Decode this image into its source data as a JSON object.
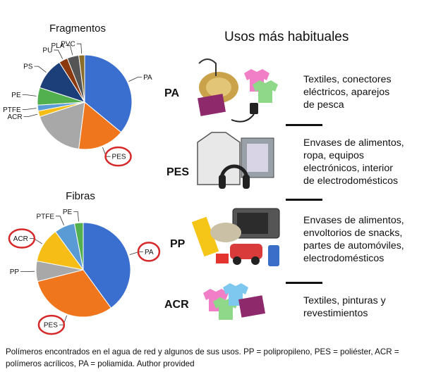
{
  "uses_title": "Usos más habituales",
  "chart_data": [
    {
      "type": "pie",
      "title": "Fragmentos",
      "highlighted": [
        "PP",
        "PES"
      ],
      "slices": [
        {
          "label": "PA",
          "value": 36,
          "color": "#3a6fd0"
        },
        {
          "label": "PES",
          "value": 16,
          "color": "#f0761d"
        },
        {
          "label": "",
          "value": 18,
          "color": "#a8a8a8"
        },
        {
          "label": "ACR",
          "value": 2,
          "color": "#f5bd16"
        },
        {
          "label": "PTFE",
          "value": 2,
          "color": "#5b9bd5"
        },
        {
          "label": "PE",
          "value": 6,
          "color": "#52b04e"
        },
        {
          "label": "PS",
          "value": 11,
          "color": "#1c3f7a"
        },
        {
          "label": "PU",
          "value": 3,
          "color": "#8b3a10"
        },
        {
          "label": "PLA",
          "value": 4,
          "color": "#555555"
        },
        {
          "label": "PVC",
          "value": 2,
          "color": "#8a6d2a"
        }
      ]
    },
    {
      "type": "pie",
      "title": "Fibras",
      "highlighted": [
        "ACR",
        "PA",
        "PES"
      ],
      "slices": [
        {
          "label": "PA",
          "value": 40,
          "color": "#3a6fd0"
        },
        {
          "label": "PES",
          "value": 31,
          "color": "#f0761d"
        },
        {
          "label": "PP",
          "value": 7,
          "color": "#a8a8a8"
        },
        {
          "label": "ACR",
          "value": 12,
          "color": "#f5bd16"
        },
        {
          "label": "PTFE",
          "value": 7,
          "color": "#5b9bd5"
        },
        {
          "label": "PE",
          "value": 3,
          "color": "#52b04e"
        }
      ]
    }
  ],
  "uses": [
    {
      "code": "PA",
      "text": "Textiles, conectores\neléctricos, aparejos\nde pesca"
    },
    {
      "code": "PES",
      "text": "Envases de alimentos,\nropa, equipos\nelectrónicos, interior\nde electrodomésticos"
    },
    {
      "code": "PP",
      "text": "Envases de alimentos,\nenvoltorios de snacks,\npartes de automóviles,\nelectrodomésticos"
    },
    {
      "code": "ACR",
      "text": "Textiles, pinturas y\nrevestimientos"
    }
  ],
  "caption": "Polímeros encontrados en el agua de red y algunos de sus usos. PP = polipropileno, PES = poliéster, ACR = polímeros acrílicos, PA = poliamida. Author provided"
}
